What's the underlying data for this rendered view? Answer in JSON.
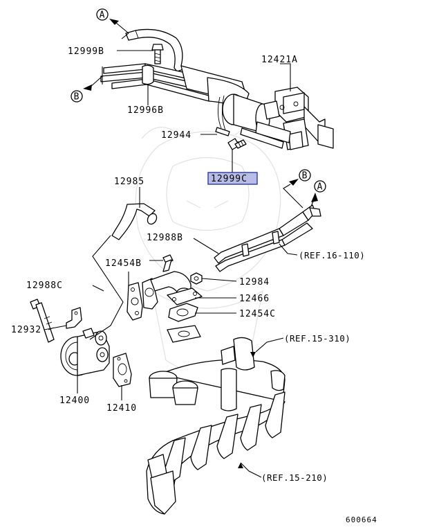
{
  "labels": {
    "p12421A": "12421A",
    "p12999B": "12999B",
    "p12996B": "12996B",
    "p12944": "12944",
    "p12999C": "12999C",
    "p12985": "12985",
    "p12988B": "12988B",
    "p12454B": "12454B",
    "p12988C": "12988C",
    "p12984": "12984",
    "p12466": "12466",
    "p12454C": "12454C",
    "p12932": "12932",
    "p12400": "12400",
    "p12410": "12410"
  },
  "refs": {
    "ref16110": "(REF.16-110)",
    "ref15310": "(REF.15-310)",
    "ref15210": "(REF.15-210)"
  },
  "markers": {
    "a": "A",
    "b": "B"
  },
  "diagram_id": "600664",
  "highlight_color": "#b7bde6"
}
